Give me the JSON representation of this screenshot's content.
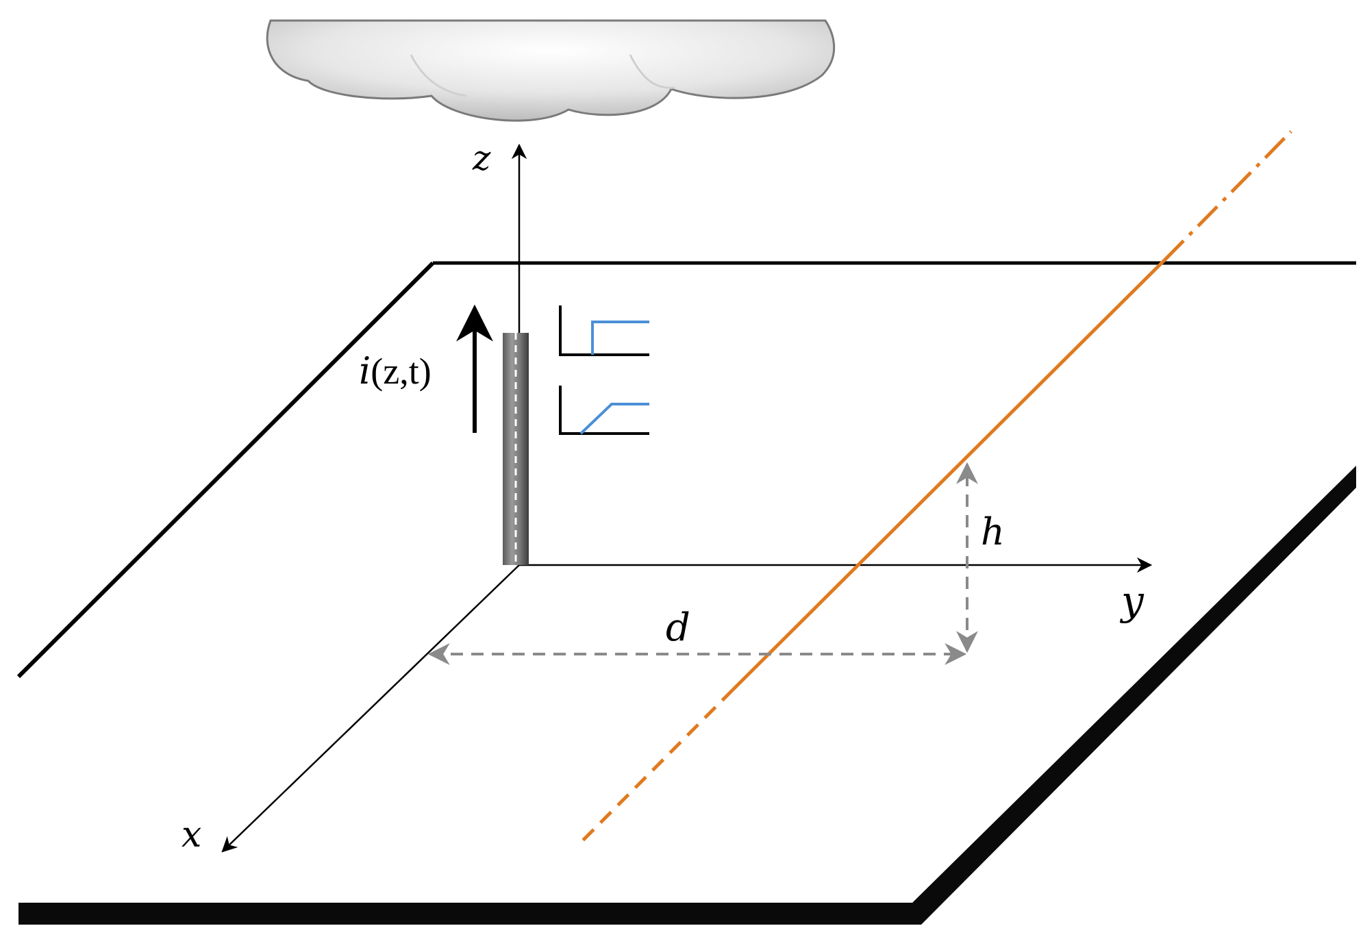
{
  "labels": {
    "z_axis": "z",
    "y_axis": "y",
    "x_axis": "x",
    "current_i": "i",
    "current_args": "(z,t)",
    "height": "h",
    "distance": "d"
  },
  "colors": {
    "line": "#e07a1f",
    "waveform": "#4a8fd6",
    "dimension": "#8a8a8a",
    "ground_edge": "#000000",
    "cloud_fill": "#e8e8e8",
    "cloud_stroke": "#7a7a7a"
  },
  "waveforms": [
    {
      "name": "step",
      "description": "step-current"
    },
    {
      "name": "ramp",
      "description": "ramp-current"
    }
  ]
}
